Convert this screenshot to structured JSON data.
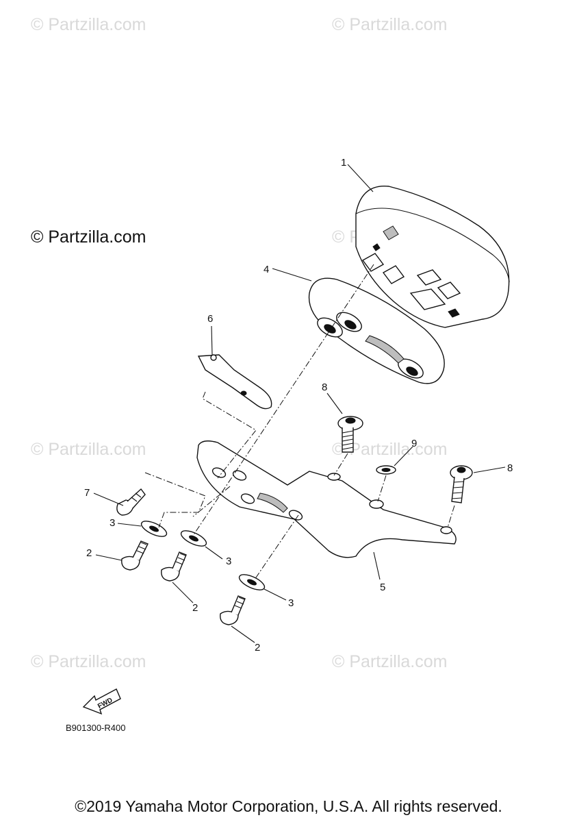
{
  "watermarks": [
    "© Partzilla.com",
    "© Partzilla.com",
    "© Partzilla.com",
    "© Partzilla.com",
    "© Partzilla.com",
    "© Partzilla.com",
    "© Partzilla.com",
    "© Partzilla.com"
  ],
  "watermark_main": "© Partzilla.com",
  "callouts": {
    "c1": "1",
    "c4": "4",
    "c6": "6",
    "c8a": "8",
    "c9": "9",
    "c8b": "8",
    "c7": "7",
    "c3a": "3",
    "c3b": "3",
    "c2a": "2",
    "c2b": "2",
    "c5": "5",
    "c3c": "3",
    "c2c": "2"
  },
  "fwd_label": "FWD",
  "diagram_code": "B901300-R400",
  "copyright": "©2019 Yamaha Motor Corporation, U.S.A. All rights reserved."
}
